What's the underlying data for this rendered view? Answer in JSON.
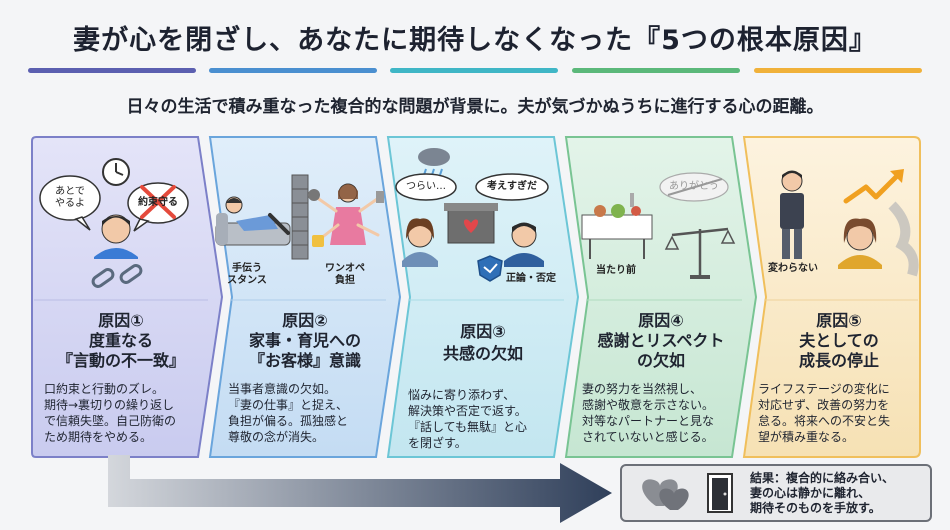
{
  "title": "妻が心を閉ざし、あなたに期待しなくなった『5つの根本原因』",
  "subtitle": "日々の生活で積み重なった複合的な問題が背景に。夫が気づかぬうちに進行する心の距離。",
  "colors": {
    "bars": [
      "#5b5fb0",
      "#4a8fd0",
      "#3fb6c6",
      "#5bb87a",
      "#f0b13a"
    ],
    "card_bg": [
      "#ddddf6",
      "#d7e8f8",
      "#d6eff6",
      "#dcf1e4",
      "#fbefd6"
    ],
    "card_border": [
      "#7c80c8",
      "#6aa5dc",
      "#6cc6d6",
      "#79c493",
      "#f0bf5c"
    ]
  },
  "cards": [
    {
      "head_lines": [
        "原因①",
        "度重なる",
        "『言動の不一致』"
      ],
      "body_lines": [
        "口約束と行動のズレ。",
        "期待→裏切りの繰り返し",
        "で信頼失墜。自己防衛の",
        "ため期待をやめる。"
      ],
      "bubbles": [
        "あとで\nやるよ",
        "約束守る"
      ],
      "icons": [
        "clock-icon",
        "broken-chain-icon",
        "man-icon"
      ]
    },
    {
      "head_lines": [
        "原因②",
        "家事・育児への",
        "『お客様』意識"
      ],
      "body_lines": [
        "当事者意識の欠如。",
        "『妻の仕事』と捉え、",
        "負担が偏る。孤独感と",
        "尊敬の念が消失。"
      ],
      "labels": [
        "手伝う\nスタンス",
        "ワンオペ\n負担"
      ],
      "icons": [
        "lounging-man-icon",
        "wall-icon",
        "busy-woman-icon"
      ]
    },
    {
      "head_lines": [
        "原因③",
        "共感の欠如"
      ],
      "body_lines": [
        "悩みに寄り添わず、",
        "解決策や否定で返す。",
        "『話しても無駄』と心",
        "を閉ざす。"
      ],
      "bubbles": [
        "つらい…",
        "考えすぎだ"
      ],
      "labels": [
        "正論・否定"
      ],
      "icons": [
        "rain-cloud-icon",
        "heart-box-icon",
        "shield-icon",
        "woman-icon",
        "man-icon"
      ]
    },
    {
      "head_lines": [
        "原因④",
        "感謝とリスペクト",
        "の欠如"
      ],
      "body_lines": [
        "妻の努力を当然視し、",
        "感謝や敬意を示さない。",
        "対等なパートナーと見な",
        "されていないと感じる。"
      ],
      "bubbles": [
        "ありがとう"
      ],
      "labels": [
        "当たり前"
      ],
      "icons": [
        "dining-table-icon",
        "scale-icon"
      ]
    },
    {
      "head_lines": [
        "原因⑤",
        "夫としての",
        "成長の停止"
      ],
      "body_lines": [
        "ライフステージの変化に",
        "対応せず、改善の努力を",
        "怠る。将来への不安と失",
        "望が積み重なる。"
      ],
      "labels": [
        "変わらない"
      ],
      "icons": [
        "standing-man-icon",
        "rising-arrow-icon",
        "worried-woman-icon"
      ]
    }
  ],
  "result": {
    "lines": [
      "結果：複合的に絡み合い、",
      "妻の心は静かに離れ、",
      "期待そのものを手放す。"
    ],
    "icons": [
      "broken-hearts-icon",
      "door-icon"
    ]
  }
}
